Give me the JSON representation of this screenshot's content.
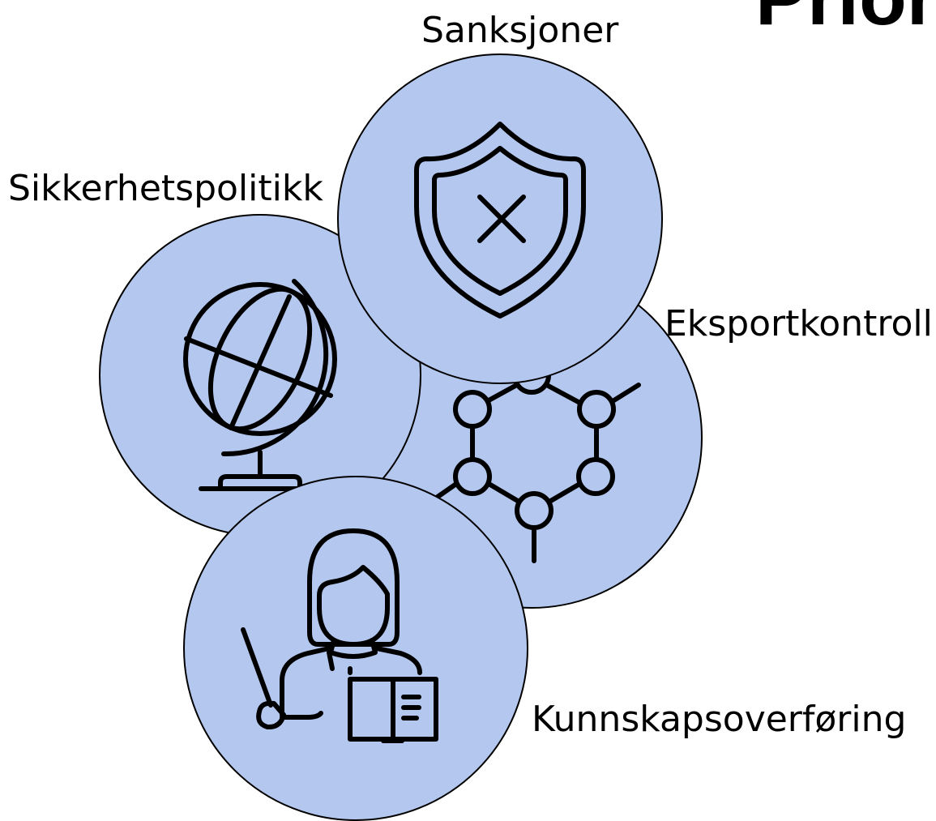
{
  "slide": {
    "heading_fragment": "Prior"
  },
  "colors": {
    "circle_fill": "#b4c7ee",
    "outline": "#000000",
    "background": "#ffffff"
  },
  "topics": {
    "sanctions": {
      "label": "Sanksjoner",
      "icon": "shield-x-icon"
    },
    "security_policy": {
      "label": "Sikkerhetspolitikk",
      "icon": "globe-icon"
    },
    "export_control": {
      "label": "Eksportkontroll",
      "icon": "molecule-icon"
    },
    "knowledge_transfer": {
      "label": "Kunnskapsoverføring",
      "icon": "teacher-icon"
    }
  }
}
